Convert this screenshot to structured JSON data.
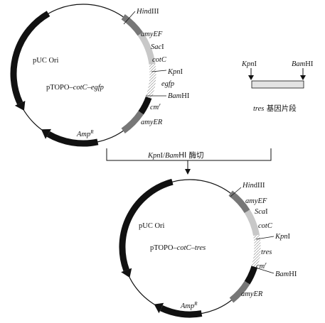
{
  "plasmid_top": {
    "name_prefix": "pTOPO–",
    "name_gene1": "cotC",
    "name_dash": "–",
    "name_gene2": "egfp",
    "ori": "pUC Ori",
    "amp_italic": "Amp",
    "amp_sup": "R",
    "hind_italic": "Hin",
    "hind_rest": "dIII",
    "amyef": "amyEF",
    "sac_italic": "Sac",
    "sac_rest": "I",
    "cotc": "cotC",
    "kpn_italic": "Kpn",
    "kpn_rest": "I",
    "egfp": "egfp",
    "bam_italic": "Bam",
    "bam_rest": "HI",
    "cm": "cm",
    "cm_sup": "r",
    "amyer": "amyER"
  },
  "fragment": {
    "kpn_italic": "Kpn",
    "kpn_rest": "I",
    "bam_italic": "Bam",
    "bam_rest": "HI",
    "label_italic": "tres",
    "label_rest": " 基因片段"
  },
  "process": {
    "kpn_italic": "Kpn",
    "mid": "I/",
    "bam_italic": "Bam",
    "tail": "HI 酶切"
  },
  "plasmid_bottom": {
    "name_prefix": "pTOPO–",
    "name_gene1": "cotC",
    "name_dash": "–",
    "name_gene2": "tres",
    "ori": "pUC Ori",
    "amp_italic": "Amp",
    "amp_sup": "R",
    "hind_italic": "Hin",
    "hind_rest": "dIII",
    "amyef": "amyEF",
    "sca_italic": "Sca",
    "sca_rest": "I",
    "cotc": "cotC",
    "kpn_italic": "Kpn",
    "kpn_rest": "I",
    "tres": "tres",
    "cm": "cm",
    "cm_sup": "r",
    "bam_italic": "Bam",
    "bam_rest": "HI",
    "amyer": "amyER"
  }
}
